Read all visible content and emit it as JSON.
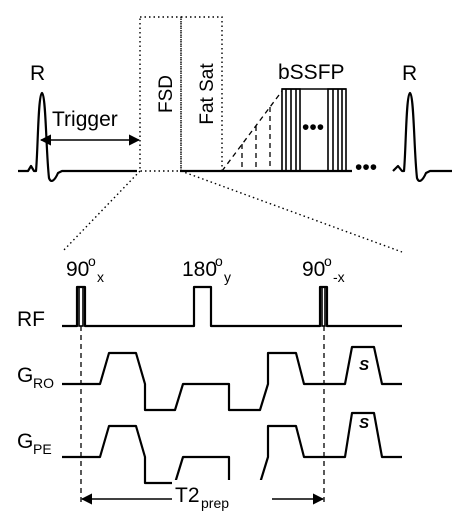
{
  "top": {
    "r_left": "R",
    "r_right": "R",
    "trigger": "Trigger",
    "fsd": "FSD",
    "fat_sat": "Fat Sat",
    "bssfp": "bSSFP",
    "ellipsis": "•••",
    "trailing_dots": "•••"
  },
  "pulses": {
    "p90x_main": "90",
    "p90x_sup": "o",
    "p90x_sub": "x",
    "p180y_main": "180",
    "p180y_sup": "o",
    "p180y_sub": "y",
    "p90mx_main": "90",
    "p90mx_sup": "o",
    "p90mx_sub": "-x"
  },
  "rows": {
    "rf": "RF",
    "gro_main": "G",
    "gro_sub": "RO",
    "gpe_main": "G",
    "gpe_sub": "PE",
    "spoiler_ro": "S",
    "spoiler_pe": "S"
  },
  "timing": {
    "t2prep_main": "T2",
    "t2prep_sub": "prep"
  }
}
